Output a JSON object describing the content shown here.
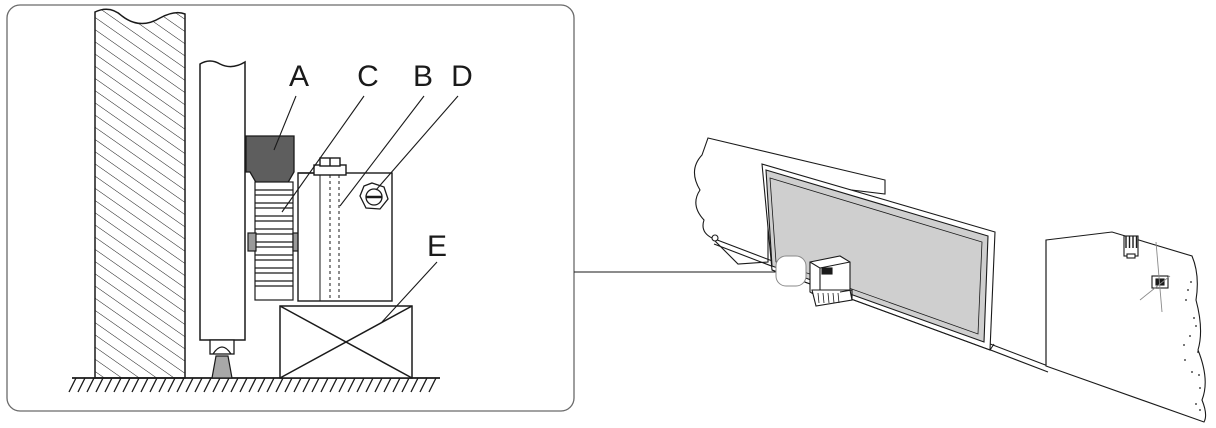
{
  "labels": {
    "a": "A",
    "b": "B",
    "c": "C",
    "d": "D",
    "e": "E"
  },
  "colors": {
    "line": "#1a1a1a",
    "gate_panel": "#cfcfcf",
    "motor_block": "#5e5e5e",
    "roller": "#9a9a9a"
  }
}
